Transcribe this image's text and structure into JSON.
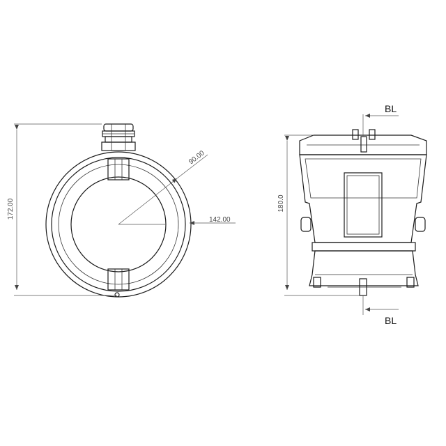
{
  "dimensions": {
    "left_height": "172.00",
    "inner_radius": "90.00",
    "outer_dim": "142.00",
    "right_height": "180.0"
  },
  "section_labels": {
    "top": "BL",
    "bottom": "BL"
  }
}
